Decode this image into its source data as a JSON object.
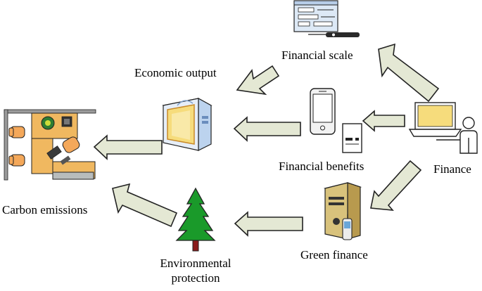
{
  "nodes": {
    "financial_scale": "Financial scale",
    "economic_output": "Economic output",
    "financial_benefits": "Financial benefits",
    "finance": "Finance",
    "carbon_emissions": "Carbon emissions",
    "environmental_protection_line1": "Environmental",
    "environmental_protection_line2": "protection",
    "green_finance": "Green finance"
  },
  "colors": {
    "arrow_fill": "#e4e8d4",
    "arrow_stroke": "#222222",
    "tree_green": "#1a9a2a",
    "trunk": "#8a1a1a",
    "box_blue": "#bcd3ee",
    "box_yellow": "#f6dc7c",
    "desk_orange": "#e8a64a"
  },
  "arrows": [
    {
      "from": "financial_scale",
      "to": "economic_output"
    },
    {
      "from": "finance",
      "to": "financial_scale"
    },
    {
      "from": "finance",
      "to": "financial_benefits"
    },
    {
      "from": "financial_benefits",
      "to": "economic_output"
    },
    {
      "from": "economic_output",
      "to": "carbon_emissions"
    },
    {
      "from": "finance",
      "to": "green_finance"
    },
    {
      "from": "green_finance",
      "to": "environmental_protection"
    },
    {
      "from": "environmental_protection",
      "to": "carbon_emissions"
    }
  ]
}
